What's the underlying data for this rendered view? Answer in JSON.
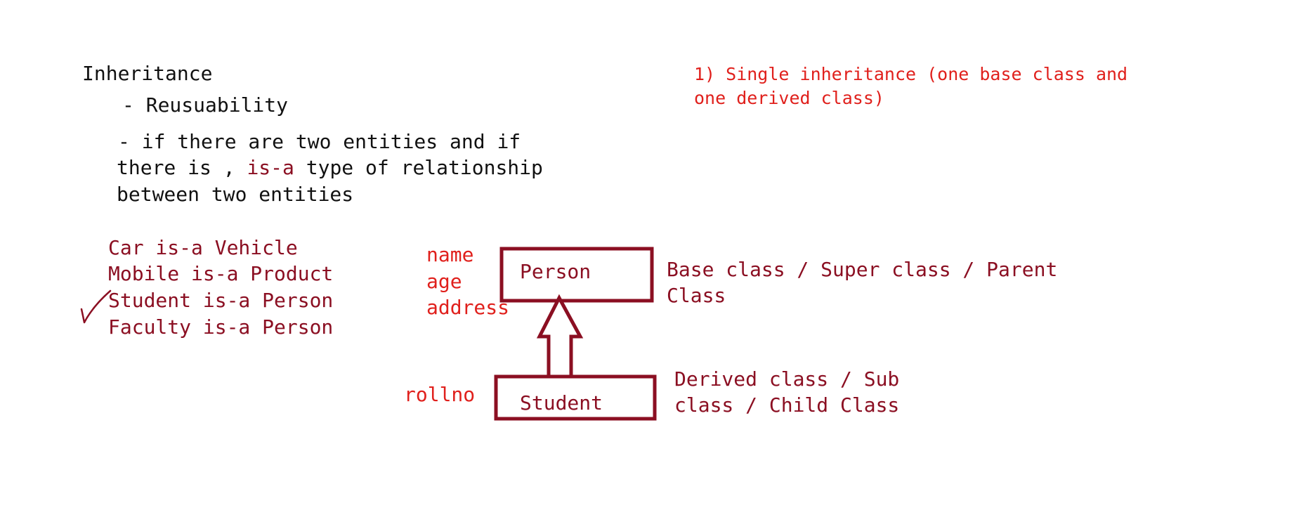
{
  "left_notes": {
    "heading": "Inheritance",
    "bullet_1": "- Reusuability",
    "bullet_2_line_1": "- if there are two entities and if",
    "bullet_2_line_2_prefix": "there is , ",
    "bullet_2_line_2_highlight": "is-a",
    "bullet_2_line_2_suffix": " type of relationship",
    "bullet_2_line_3": "between two entities"
  },
  "examples": [
    "Car is-a Vehicle",
    "Mobile is-a Product",
    "Student is-a Person",
    "Faculty is-a Person"
  ],
  "single_inheritance": {
    "line_1": "1) Single inheritance (one base class and",
    "line_2": "one derived class)"
  },
  "diagram": {
    "base_attributes": [
      "name",
      "age",
      "address"
    ],
    "base_class": "Person",
    "base_description_line_1": "Base class / Super class / Parent",
    "base_description_line_2": "Class",
    "derived_attributes": [
      "rollno"
    ],
    "derived_class": "Student",
    "derived_description_line_1": "Derived class / Sub",
    "derived_description_line_2": "class / Child Class"
  },
  "colors": {
    "heading_text": "#111111",
    "red_annotation": "#e0201c",
    "maroon_text": "#8b0f22"
  }
}
